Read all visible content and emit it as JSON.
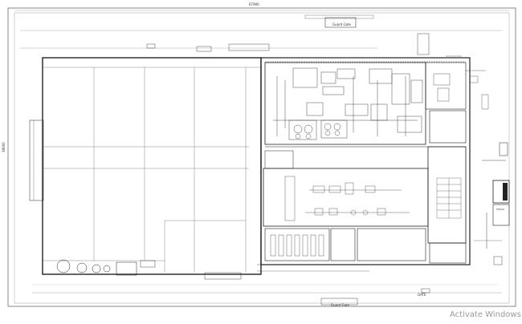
{
  "drawing": {
    "top_dimension": "67900",
    "left_dimension": "38000",
    "top_gate_label": "Guard Gate",
    "bottom_gate_label": "Guard Gate",
    "bottom_mark": "GATE",
    "right_box_label": "TRUCK",
    "colors": {
      "line": "#222222",
      "light_line": "#7d7d7d",
      "paper": "#ffffff",
      "watermark": "#9a9a9a"
    }
  },
  "os": {
    "watermark_text": "Activate Windows"
  }
}
